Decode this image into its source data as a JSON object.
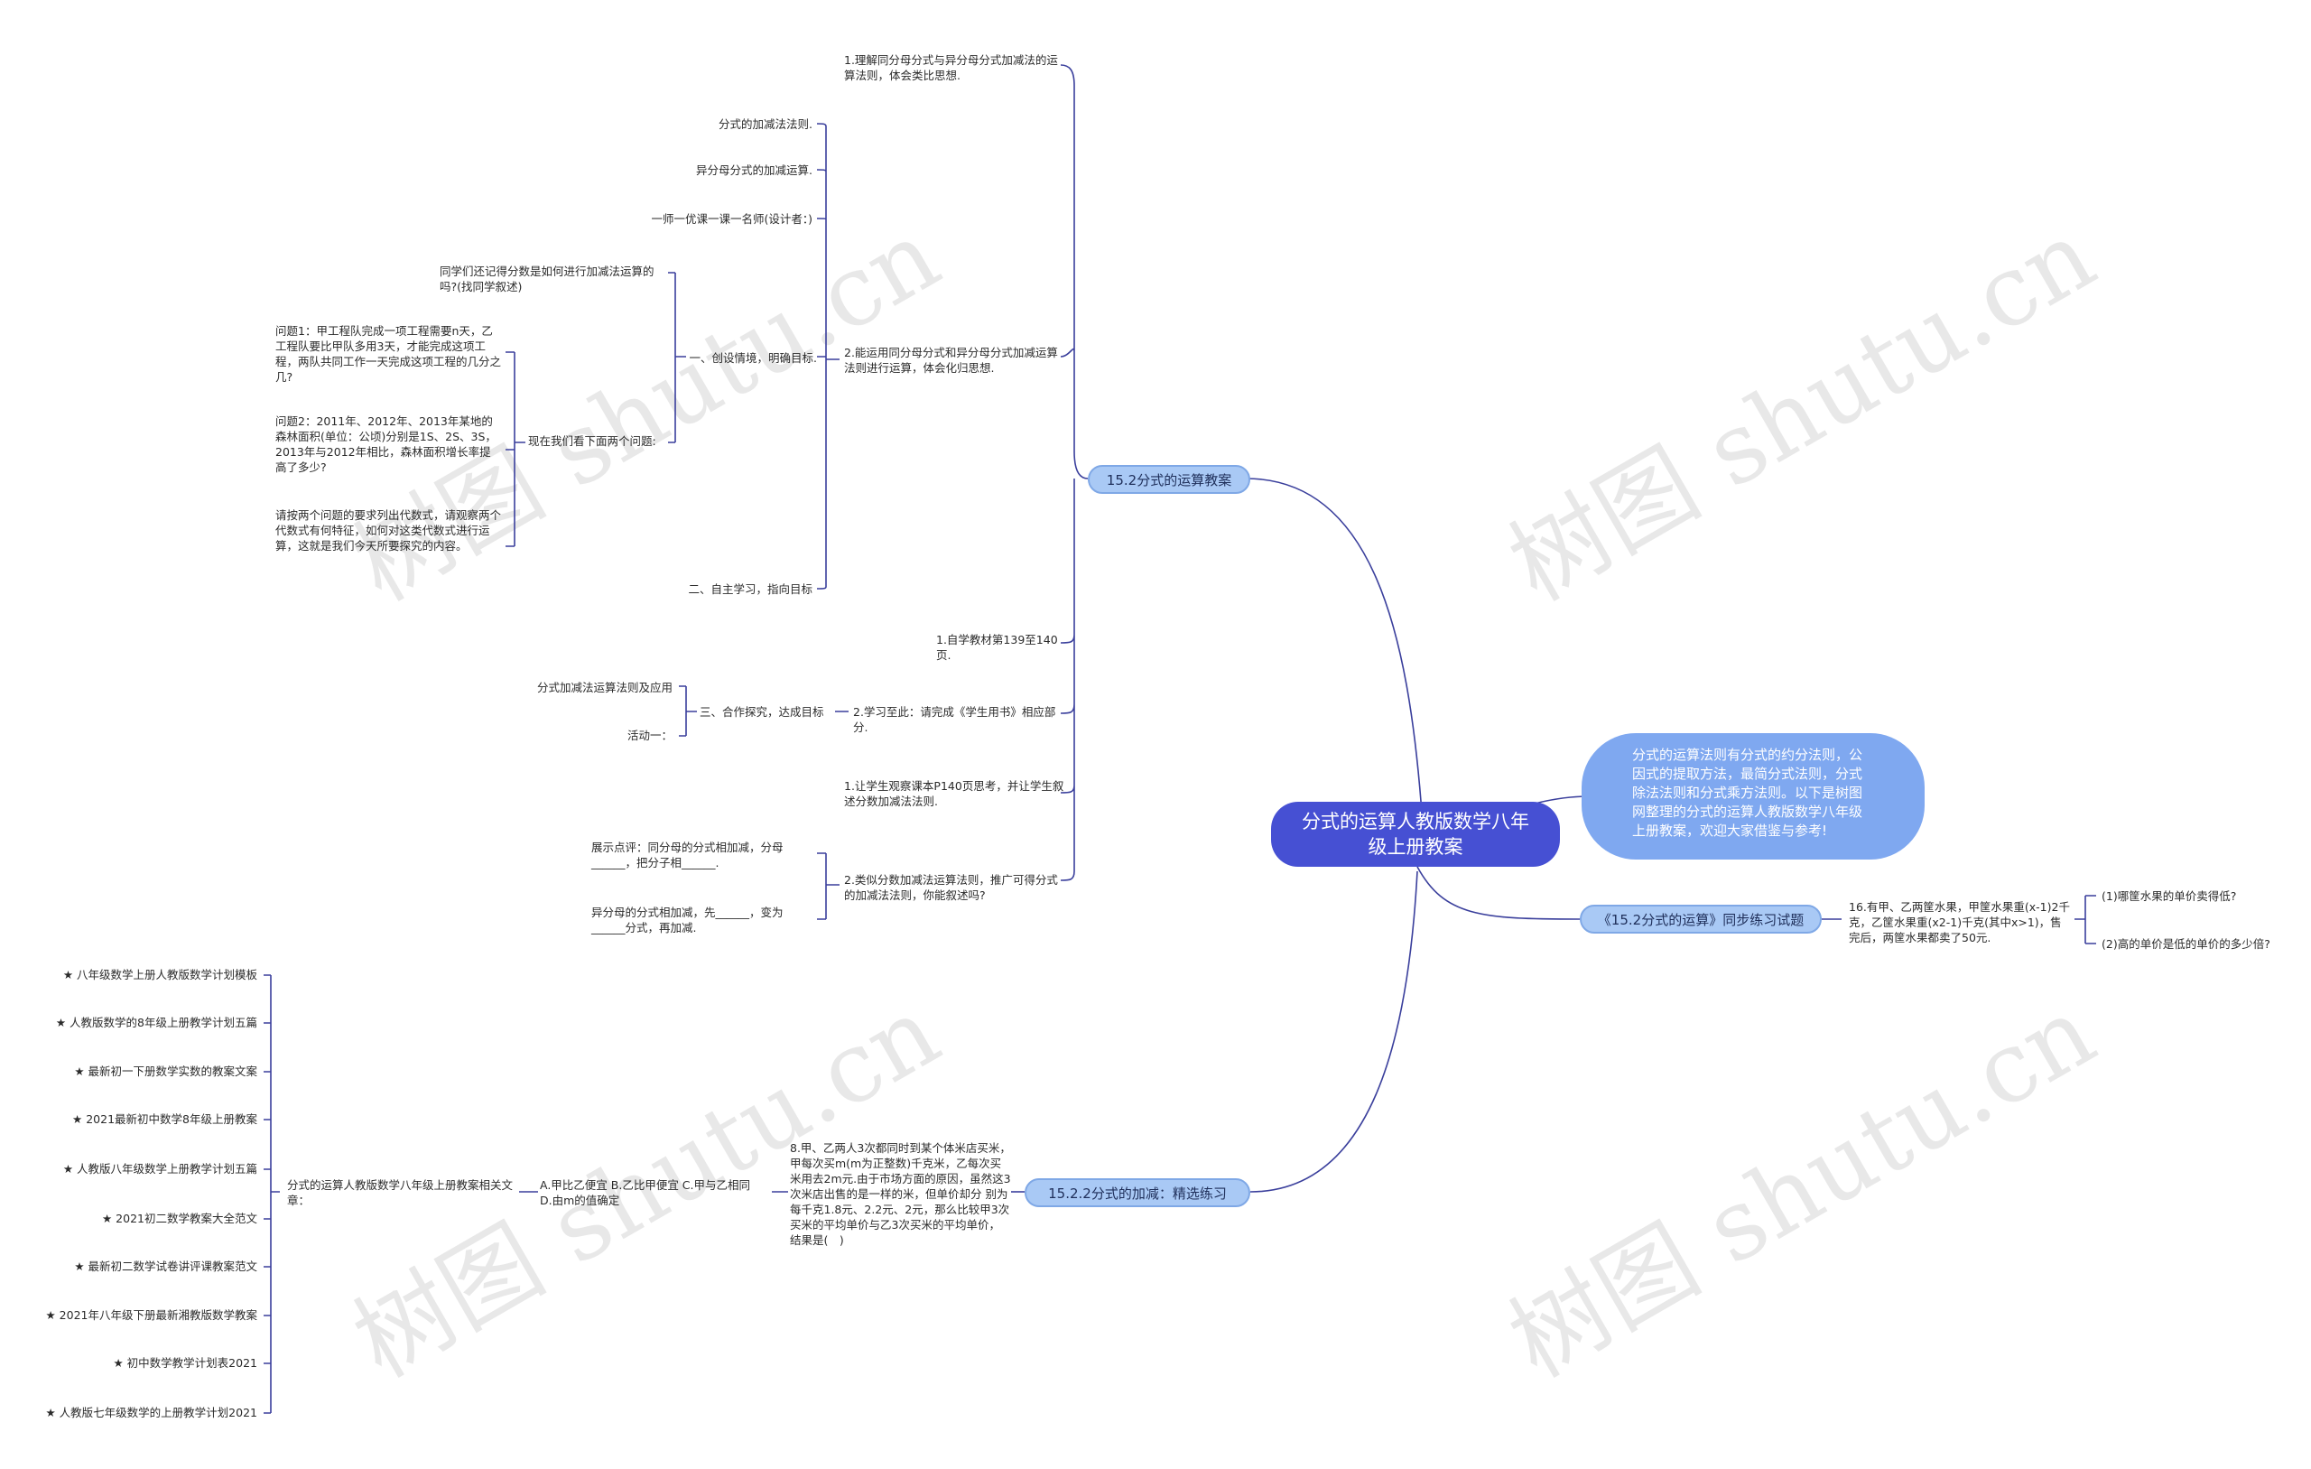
{
  "root": {
    "title": "分式的运算人教版数学八年级上册教案"
  },
  "description": "分式的运算法则有分式的约分法则，公因式的提取方法，最简分式法则，分式除法法则和分式乘方法则。以下是树图网整理的分式的运算人教版数学八年级上册教案，欢迎大家借鉴与参考!",
  "branch1": {
    "label": "15.2分式的运算教案",
    "item1": "1.理解同分母分式与异分母分式加减法的运算法则，体会类比思想.",
    "item2": {
      "label": "2.能运用同分母分式和异分母分式加减运算法则进行运算，体会化归思想.",
      "sub1": "分式的加减法法则.",
      "sub2": "异分母分式的加减运算.",
      "sub3": "一师一优课一课一名师(设计者：)",
      "sub4": {
        "label": "一、创设情境，明确目标.",
        "a": "同学们还记得分数是如何进行加减法运算的吗?(找同学叙述)",
        "b": {
          "label": "现在我们看下面两个问题:",
          "q1": "问题1：甲工程队完成一项工程需要n天，乙工程队要比甲队多用3天，才能完成这项工程，两队共同工作一天完成这项工程的几分之几?",
          "q2": "问题2：2011年、2012年、2013年某地的森林面积(单位：公顷)分别是1S、2S、3S，2013年与2012年相比，森林面积增长率提高了多少?",
          "q3": "请按两个问题的要求列出代数式，请观察两个代数式有何特征，如何对这类代数式进行运算，这就是我们今天所要探究的内容。"
        }
      },
      "sub5": "二、自主学习，指向目标"
    },
    "item3": "1.自学教材第139至140页.",
    "item4": {
      "label": "2.学习至此：请完成《学生用书》相应部分.",
      "sub": {
        "label": "三、合作探究，达成目标",
        "a": "分式加减法运算法则及应用",
        "b": "活动一："
      }
    },
    "item5": "1.让学生观察课本P140页思考，并让学生叙述分数加减法法则.",
    "item6": {
      "label": "2.类似分数加减法运算法则，推广可得分式的加减法法则，你能叙述吗?",
      "a": "展示点评：同分母的分式相加减，分母______，把分子相______.",
      "b": "异分母的分式相加减，先______，变为______分式，再加减."
    }
  },
  "branch2": {
    "label": "《15.2分式的运算》同步练习试题",
    "q": "16.有甲、乙两筐水果，甲筐水果重(x-1)2千克，乙筐水果重(x2-1)千克(其中x>1)，售完后，两筐水果都卖了50元.",
    "a1": "(1)哪筐水果的单价卖得低?",
    "a2": "(2)高的单价是低的单价的多少倍?"
  },
  "branch3": {
    "label": "15.2.2分式的加减：精选练习",
    "q": "8.甲、乙两人3次都同时到某个体米店买米，甲每次买m(m为正整数)千克米，乙每次买米用去2m元.由于市场方面的原因，虽然这3次米店出售的是一样的米，但单价却分 别为每千克1.8元、2.2元、2元，那么比较甲3次买米的平均单价与乙3次买米的平均单价，结果是(　)",
    "opts": "A.甲比乙便宜 B.乙比甲便宜 C.甲与乙相同 D.由m的值确定",
    "related": {
      "label": "分式的运算人教版数学八年级上册教案相关文章：",
      "items": [
        "★ 八年级数学上册人教版数学计划模板",
        "★ 人教版数学的8年级上册教学计划五篇",
        "★ 最新初一下册数学实数的教案文案",
        "★ 2021最新初中数学8年级上册教案",
        "★ 人教版八年级数学上册教学计划五篇",
        "★ 2021初二数学教案大全范文",
        "★ 最新初二数学试卷讲评课教案范文",
        "★ 2021年八年级下册最新湘教版数学教案",
        "★ 初中数学教学计划表2021",
        "★ 人教版七年级数学的上册教学计划2021"
      ]
    }
  },
  "watermark": "树图 shutu.cn"
}
